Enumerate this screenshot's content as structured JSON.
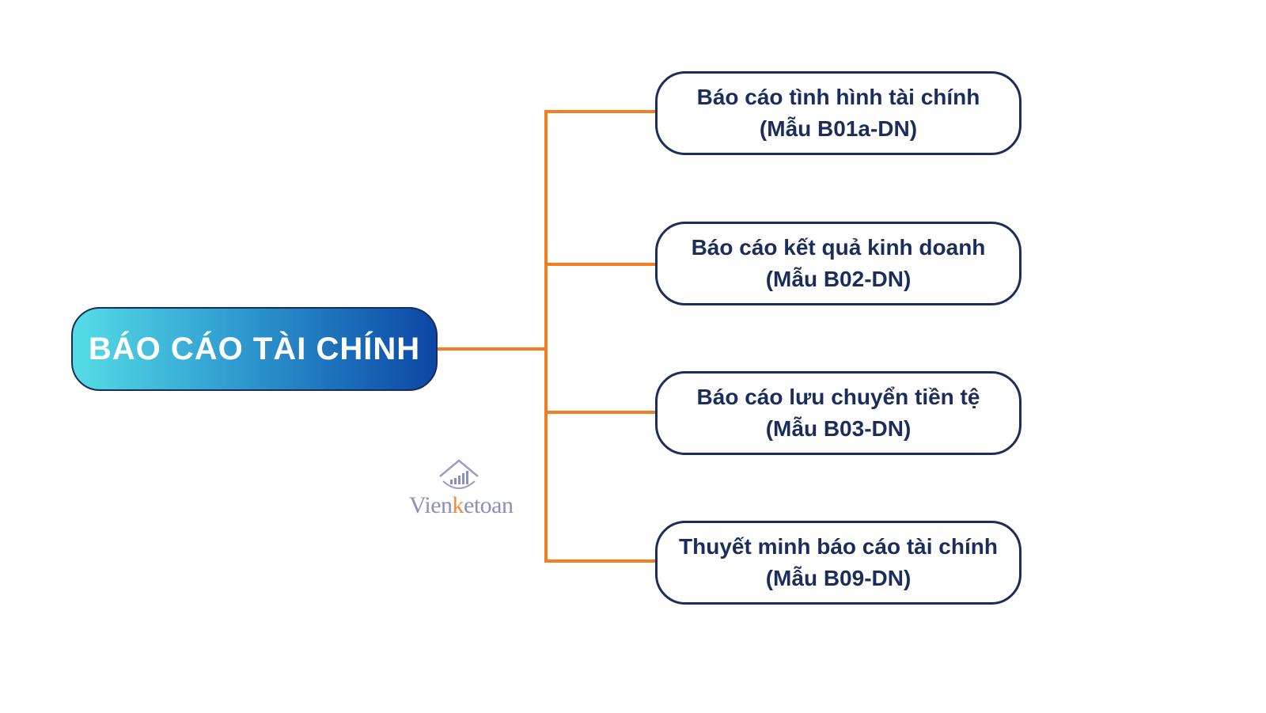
{
  "root": {
    "label": "BÁO CÁO TÀI CHÍNH"
  },
  "children": [
    {
      "line1": "Báo cáo tình hình tài chính",
      "line2": "(Mẫu B01a-DN)"
    },
    {
      "line1": "Báo cáo kết quả kinh doanh",
      "line2": "(Mẫu B02-DN)"
    },
    {
      "line1": "Báo cáo lưu chuyển tiền tệ",
      "line2": "(Mẫu B03-DN)"
    },
    {
      "line1": "Thuyết minh báo cáo tài chính",
      "line2": "(Mẫu B09-DN)"
    }
  ],
  "watermark": {
    "prefix": "Vien",
    "accent": "k",
    "suffix": "etoan"
  },
  "colors": {
    "connector": "#f57c1f",
    "node_border": "#1c2d5c",
    "root_gradient_start": "#55dde6",
    "root_gradient_end": "#0b47a5"
  }
}
